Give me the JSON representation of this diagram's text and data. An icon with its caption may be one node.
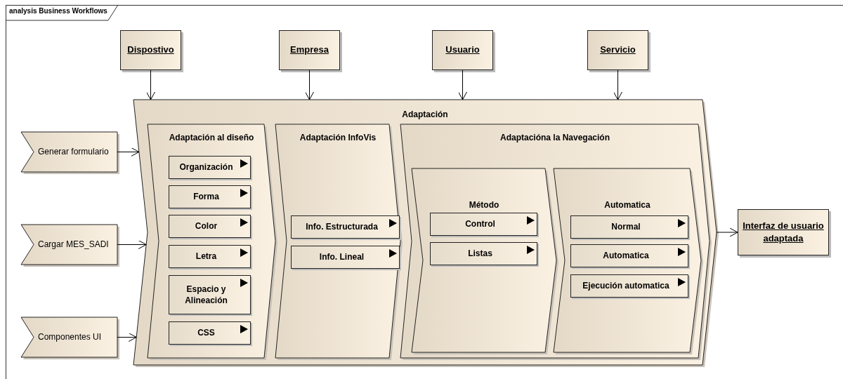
{
  "diagram": {
    "title": "analysis Business Workflows",
    "nodes": [
      {
        "text": [
          "Dispostivo"
        ]
      },
      {
        "text": [
          "Empresa"
        ]
      },
      {
        "text": [
          "Usuario"
        ]
      },
      {
        "text": [
          "Servicio"
        ]
      },
      {
        "text": [
          "Generar formulario"
        ]
      },
      {
        "text": [
          "Cargar MES_SADI"
        ]
      },
      {
        "text": [
          "Componentes UI"
        ]
      },
      {
        "text": [
          "Adaptación"
        ]
      },
      {
        "text": [
          "Adaptación al diseño"
        ],
        "in": 7
      },
      {
        "text": [
          "Organización"
        ],
        "in": 8
      },
      {
        "text": [
          "Forma"
        ],
        "in": 8
      },
      {
        "text": [
          "Color"
        ],
        "in": 8
      },
      {
        "text": [
          "Letra"
        ],
        "in": 8
      },
      {
        "text": [
          "Espacio y Alineación"
        ],
        "in": 8
      },
      {
        "text": [
          "CSS"
        ],
        "in": 8
      },
      {
        "text": [
          "Adaptación InfoVis"
        ],
        "in": 7
      },
      {
        "text": [
          "Info. Estructurada"
        ],
        "in": 15
      },
      {
        "text": [
          "Info. Lineal"
        ],
        "in": 15
      },
      {
        "text": [
          "Adaptacióna la Navegación"
        ],
        "in": 7
      },
      {
        "text": [
          "Método"
        ],
        "in": 18
      },
      {
        "text": [
          "Control"
        ],
        "in": 19
      },
      {
        "text": [
          "Listas"
        ],
        "in": 19
      },
      {
        "text": [
          "Automatica"
        ],
        "in": 18
      },
      {
        "text": [
          "Normal"
        ],
        "in": 22
      },
      {
        "text": [
          "Automatica"
        ],
        "in": 22
      },
      {
        "text": [
          "Ejecución automatica"
        ],
        "in": 22
      },
      {
        "text": [
          "Interfaz de usuario adaptada"
        ]
      }
    ],
    "edges": [
      {
        "from": 0,
        "to": 7,
        "arrow": "to"
      },
      {
        "from": 1,
        "to": 7,
        "arrow": "to"
      },
      {
        "from": 2,
        "to": 7,
        "arrow": "to"
      },
      {
        "from": 3,
        "to": 7,
        "arrow": "to"
      },
      {
        "from": 4,
        "to": 7,
        "arrow": "to"
      },
      {
        "from": 5,
        "to": 7,
        "arrow": "to"
      },
      {
        "from": 6,
        "to": 7,
        "arrow": "to"
      },
      {
        "from": 7,
        "to": 26,
        "arrow": "to"
      }
    ]
  }
}
